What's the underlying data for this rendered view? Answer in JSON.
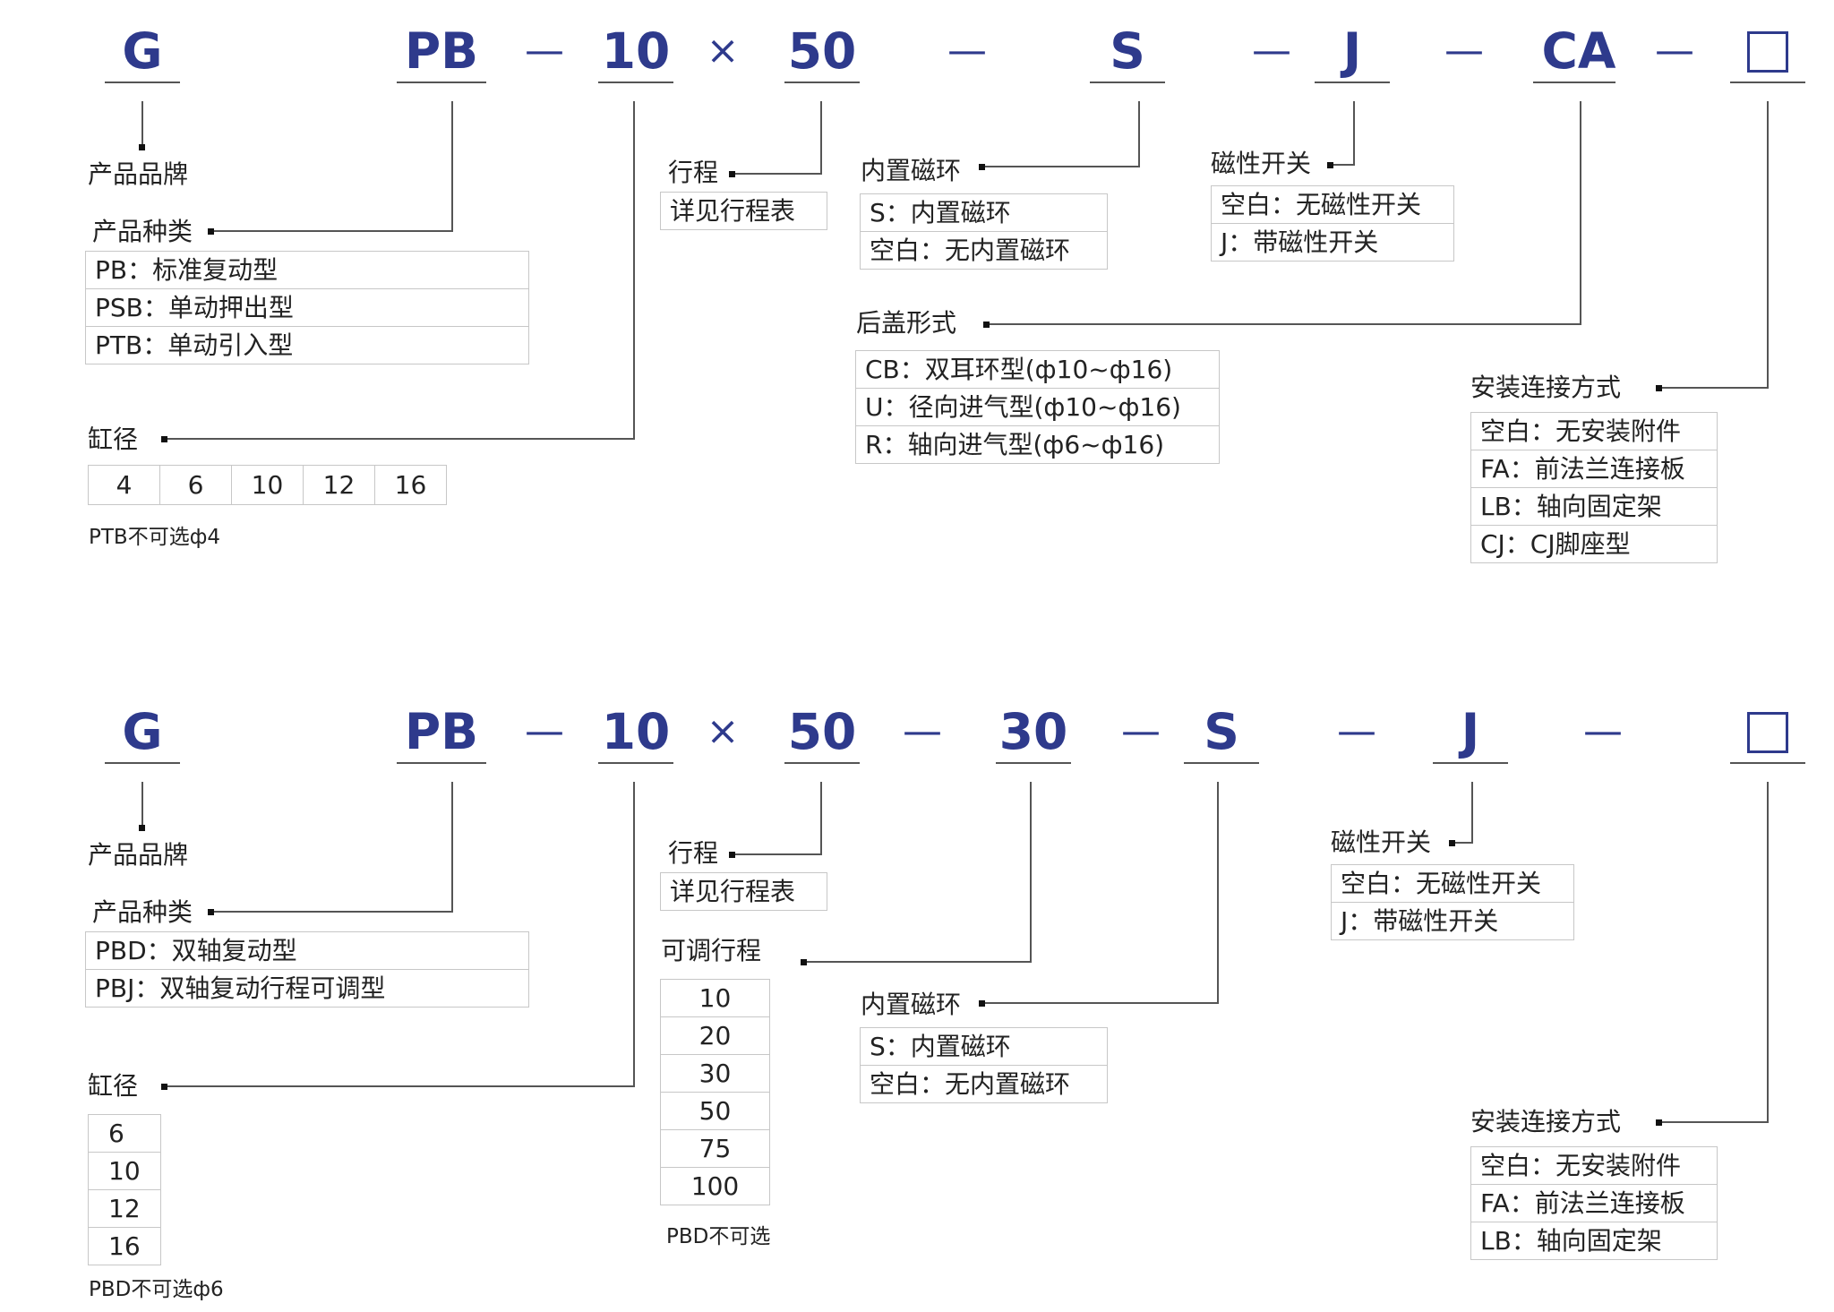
{
  "colors": {
    "code": "#2e3a8c",
    "line": "#555555",
    "border": "#c7c7c7"
  },
  "diagram1": {
    "codes": {
      "g": "G",
      "pb": "PB",
      "dash1": "—",
      "bore": "10",
      "times": "×",
      "stroke": "50",
      "dash2": "—",
      "s": "S",
      "dash3": "—",
      "j": "J",
      "dash4": "—",
      "ca": "CA",
      "dash5": "—"
    },
    "brand_label": "产品品牌",
    "type_label": "产品种类",
    "type_rows": [
      "PB：标准复动型",
      "PSB：单动押出型",
      "PTB：单动引入型"
    ],
    "bore_label": "缸径",
    "bore_values": [
      "4",
      "6",
      "10",
      "12",
      "16"
    ],
    "bore_note": "PTB不可选ф4",
    "stroke_label": "行程",
    "stroke_rows": [
      "详见行程表"
    ],
    "magnet_label": "内置磁环",
    "magnet_rows": [
      "S：内置磁环",
      "空白：无内置磁环"
    ],
    "switch_label": "磁性开关",
    "switch_rows": [
      "空白：无磁性开关",
      "J：带磁性开关"
    ],
    "cover_label": "后盖形式",
    "cover_rows": [
      "CB：双耳环型(ф10~ф16)",
      "U：径向进气型(ф10~ф16)",
      "R：轴向进气型(ф6~ф16)"
    ],
    "mount_label": "安装连接方式",
    "mount_rows": [
      "空白：无安装附件",
      "FA：前法兰连接板",
      "LB：轴向固定架",
      "CJ：CJ脚座型"
    ]
  },
  "diagram2": {
    "codes": {
      "g": "G",
      "pb": "PB",
      "dash1": "—",
      "bore": "10",
      "times": "×",
      "stroke": "50",
      "dash2": "—",
      "adj": "30",
      "dash3": "—",
      "s": "S",
      "dash4": "—",
      "j": "J",
      "dash5": "—"
    },
    "brand_label": "产品品牌",
    "type_label": "产品种类",
    "type_rows": [
      "PBD：双轴复动型",
      "PBJ：双轴复动行程可调型"
    ],
    "bore_label": "缸径",
    "bore_values": [
      "6",
      "10",
      "12",
      "16"
    ],
    "bore_note": "PBD不可选ф6",
    "stroke_label": "行程",
    "stroke_rows": [
      "详见行程表"
    ],
    "adj_label": "可调行程",
    "adj_values": [
      "10",
      "20",
      "30",
      "50",
      "75",
      "100"
    ],
    "adj_note": "PBD不可选",
    "magnet_label": "内置磁环",
    "magnet_rows": [
      "S：内置磁环",
      "空白：无内置磁环"
    ],
    "switch_label": "磁性开关",
    "switch_rows": [
      "空白：无磁性开关",
      "J：带磁性开关"
    ],
    "mount_label": "安装连接方式",
    "mount_rows": [
      "空白：无安装附件",
      "FA：前法兰连接板",
      "LB：轴向固定架"
    ]
  }
}
